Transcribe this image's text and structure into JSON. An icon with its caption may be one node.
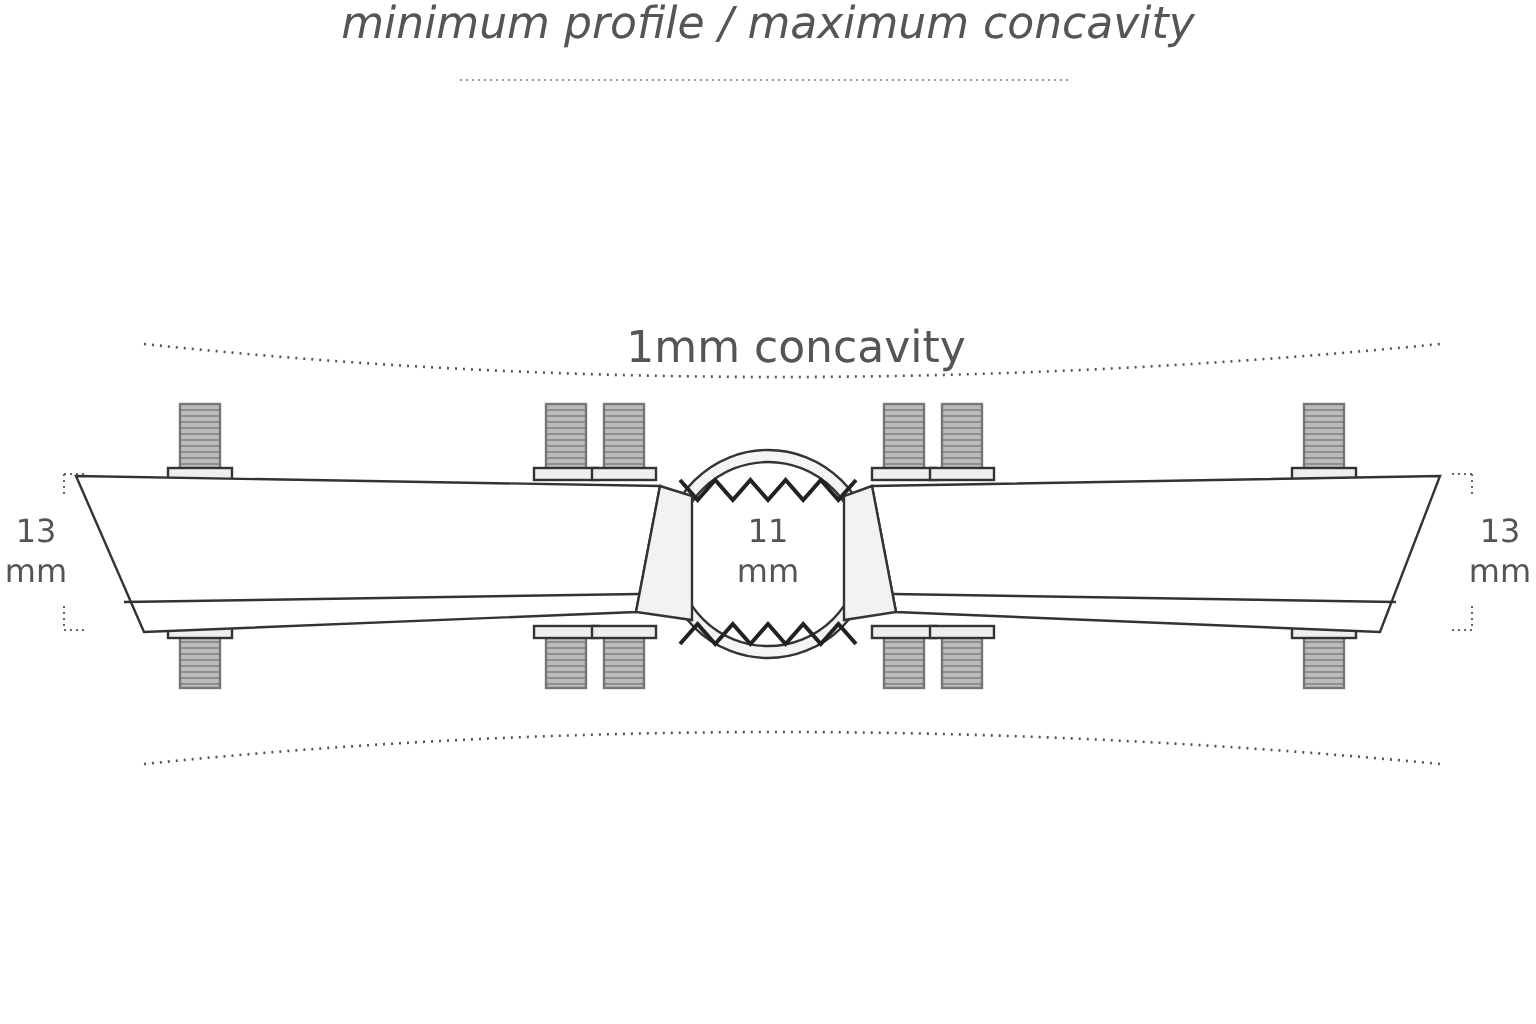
{
  "diagram": {
    "title": "minimum profile / maximum concavity",
    "labels": [
      "1mm concavity",
      "13 mm",
      "11 mm",
      "13 mm"
    ]
  }
}
